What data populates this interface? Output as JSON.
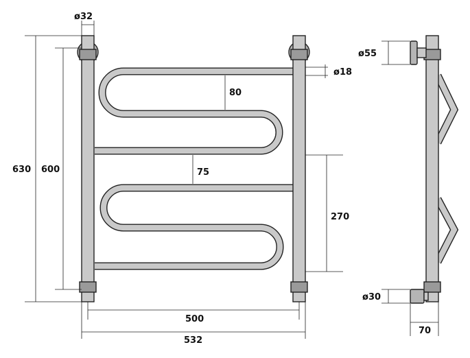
{
  "drawing": {
    "dimensions": {
      "pipe_diameter": "32",
      "tube_diameter": "18",
      "bend_gap_top": "80",
      "bend_gap_middle": "75",
      "coil_height": "270",
      "overall_height": "630",
      "inner_height": "600",
      "center_distance": "500",
      "overall_width": "532",
      "flange_diameter": "55",
      "outlet_diameter": "30",
      "depth": "70"
    },
    "diameter_symbol": "ø"
  }
}
